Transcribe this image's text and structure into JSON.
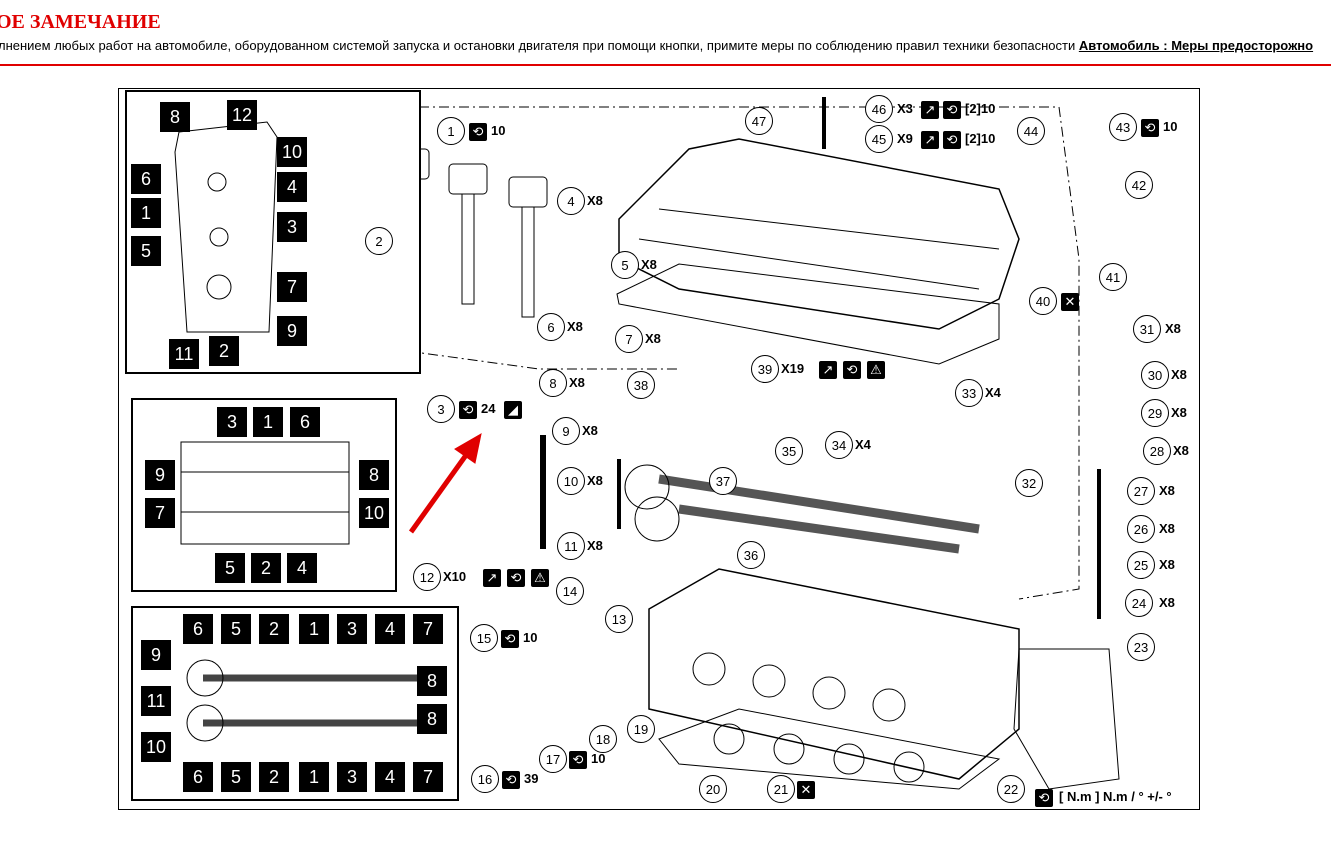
{
  "notice": {
    "title": "ОЕ ЗАМЕЧАНИЕ",
    "text": "лнением любых работ на автомобиле, оборудованном системой запуска и остановки двигателя при помощи кнопки, примите меры по соблюдению правил техники безопасности ",
    "link": "Автомобиль : Меры предосторожно"
  },
  "inset_top": {
    "labels": [
      "8",
      "12",
      "10",
      "6",
      "4",
      "1",
      "3",
      "5",
      "7",
      "11",
      "2",
      "9"
    ]
  },
  "inset_middle": {
    "labels": [
      "3",
      "1",
      "6",
      "9",
      "8",
      "7",
      "10",
      "5",
      "2",
      "4"
    ]
  },
  "inset_bottom": {
    "labels": [
      "6",
      "5",
      "2",
      "1",
      "3",
      "4",
      "7",
      "9",
      "8",
      "11",
      "8",
      "10",
      "6",
      "5",
      "2",
      "1",
      "3",
      "4",
      "7"
    ]
  },
  "callouts": [
    "1",
    "2",
    "3",
    "4",
    "5",
    "6",
    "7",
    "8",
    "9",
    "10",
    "11",
    "12",
    "13",
    "14",
    "15",
    "16",
    "17",
    "18",
    "19",
    "20",
    "21",
    "22",
    "23",
    "24",
    "25",
    "26",
    "27",
    "28",
    "29",
    "30",
    "31",
    "32",
    "33",
    "34",
    "35",
    "36",
    "37",
    "38",
    "39",
    "40",
    "41",
    "42",
    "43",
    "44",
    "45",
    "46",
    "47"
  ],
  "quantities": {
    "q4": "X8",
    "q5": "X8",
    "q6": "X8",
    "q7": "X8",
    "q8": "X8",
    "q9": "X8",
    "q10": "X8",
    "q11": "X8",
    "q12": "X10",
    "q24": "X8",
    "q25": "X8",
    "q26": "X8",
    "q27": "X8",
    "q28": "X8",
    "q29": "X8",
    "q30": "X8",
    "q31": "X8",
    "q33": "X4",
    "q34": "X4",
    "q39": "X19",
    "q45": "X9",
    "q46": "X3"
  },
  "torques": {
    "t1": "10",
    "t3": "24",
    "t15": "10",
    "t16": "39",
    "t17": "10",
    "t43": "10",
    "t45": "[2]10",
    "t46": "[2]10"
  },
  "legend": "[ N.m ] N.m / ° +/- °",
  "icons": [
    "torque-wrench-icon",
    "replace-part-icon",
    "warning-triangle-icon",
    "sequence-icon",
    "grease-icon"
  ]
}
